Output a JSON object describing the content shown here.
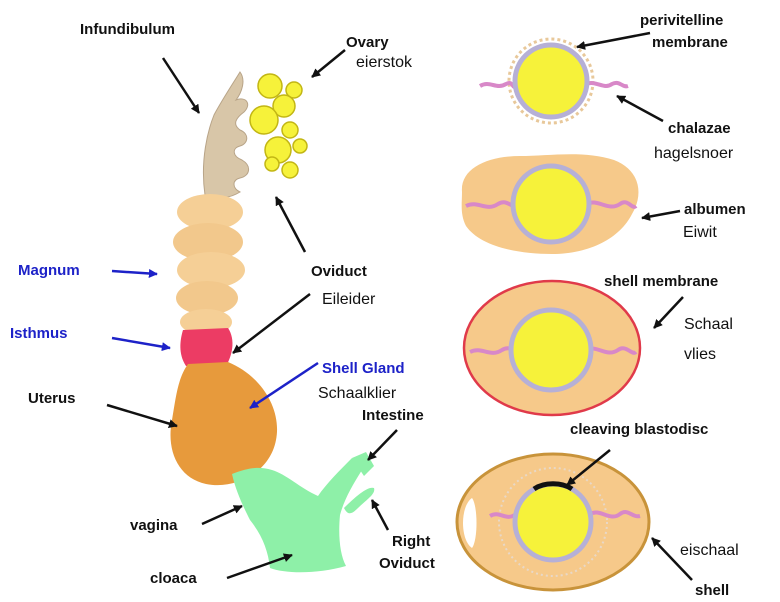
{
  "labels": {
    "infundibulum": "Infundibulum",
    "ovary": "Ovary",
    "ovary_nl": "eierstok",
    "magnum": "Magnum",
    "isthmus": "Isthmus",
    "oviduct": "Oviduct",
    "oviduct_nl": "Eileider",
    "shell_gland": "Shell Gland",
    "shell_gland_nl": "Schaalklier",
    "uterus": "Uterus",
    "intestine": "Intestine",
    "vagina": "vagina",
    "cloaca": "cloaca",
    "right_oviduct_1": "Right",
    "right_oviduct_2": "Oviduct",
    "perivitelline_1": "perivitelline",
    "perivitelline_2": "membrane",
    "chalazae": "chalazae",
    "chalazae_nl": "hagelsnoer",
    "albumen": "albumen",
    "albumen_nl": "Eiwit",
    "shell_membrane": "shell membrane",
    "shell_membrane_nl_1": "Schaal",
    "shell_membrane_nl_2": "vlies",
    "cleaving_blastodisc": "cleaving blastodisc",
    "shell": "shell",
    "shell_nl": "eischaal"
  },
  "colors": {
    "label_highlight": "#1d22c8",
    "infundibulum": "#d8c6a8",
    "magnum": "#f5cf96",
    "isthmus": "#ec3c64",
    "uterus": "#e79a3c",
    "vagina_cloaca": "#8ef0a8",
    "yolk": "#f6f23a",
    "albumen": "#f6c98a",
    "shell_membrane": "#e03a4a",
    "chalazae": "#d888c8"
  }
}
